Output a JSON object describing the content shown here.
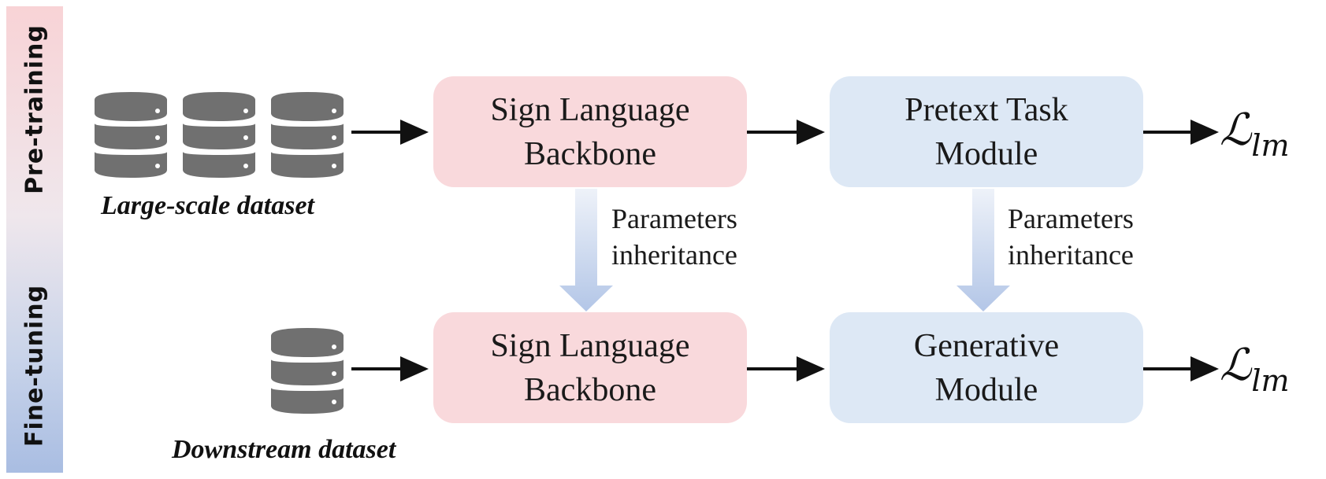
{
  "stages": {
    "pre_training": "Pre-training",
    "fine_tuning": "Fine-tuning"
  },
  "datasets": {
    "large_scale": "Large-scale dataset",
    "downstream": "Downstream dataset"
  },
  "boxes": {
    "pre_backbone": "Sign Language\nBackbone",
    "pretext_module": "Pretext Task\nModule",
    "fine_backbone": "Sign Language\nBackbone",
    "generative_module": "Generative\nModule"
  },
  "inheritance": {
    "left": "Parameters\ninheritance",
    "right": "Parameters\ninheritance"
  },
  "losses": {
    "symbol": "ℒ",
    "subscript": "lm"
  },
  "colors": {
    "backbone_fill": "#f9d9dc",
    "module_fill": "#dde8f5",
    "database_icon": "#707070",
    "inherit_arrow": "#b6c8e8"
  }
}
